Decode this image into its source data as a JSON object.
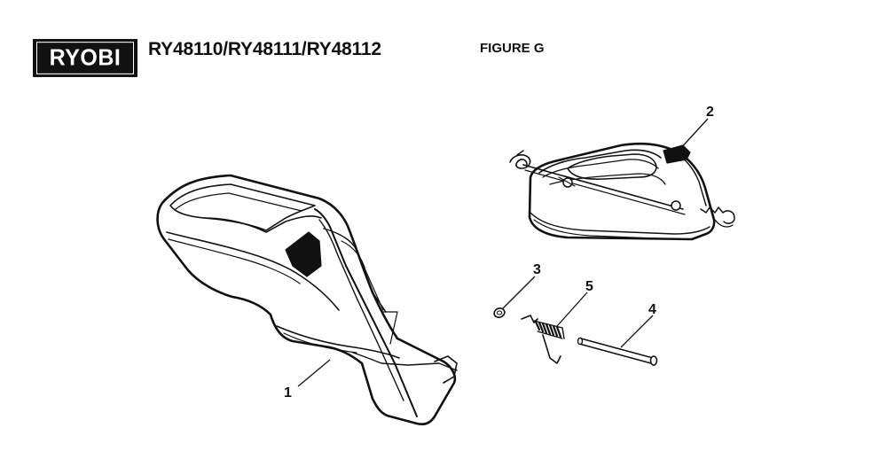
{
  "header": {
    "brand": "RYOBI",
    "model_numbers": "RY48110/RY48111/RY48112",
    "figure_label": "FIGURE G"
  },
  "callouts": {
    "part1": "1",
    "part2": "2",
    "part3": "3",
    "part4": "4",
    "part5": "5"
  }
}
